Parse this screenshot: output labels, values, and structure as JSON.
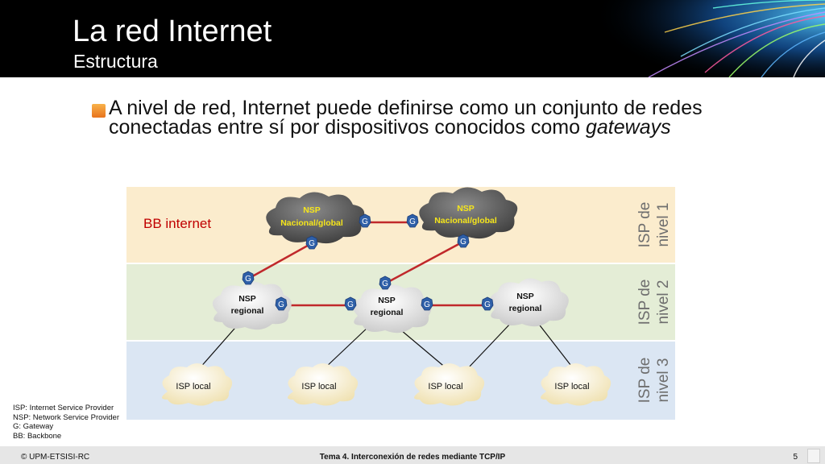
{
  "header": {
    "title": "La red Internet",
    "subtitle": "Estructura"
  },
  "bullet": {
    "text": "A nivel de red, Internet puede definirse como un conjunto de redes conectadas entre sí por dispositivos  conocidos como ",
    "emphasis": "gateways"
  },
  "diagram": {
    "bb_label": "BB internet",
    "levels": [
      {
        "line1": "ISP de",
        "line2": "nivel 1"
      },
      {
        "line1": "ISP de",
        "line2": "nivel 2"
      },
      {
        "line1": "ISP de",
        "line2": "nivel 3"
      }
    ],
    "nsp_global": [
      "NSP",
      "Nacional/global"
    ],
    "nsp_regional": [
      "NSP",
      "regional"
    ],
    "isp_local": "ISP local",
    "gateway": "G"
  },
  "legend": [
    "ISP: Internet Service Provider",
    "NSP: Network Service Provider",
    "G: Gateway",
    "BB: Backbone"
  ],
  "footer": {
    "left": "© UPM-ETSISI-RC",
    "center": "Tema 4. Interconexión de redes mediante TCP/IP",
    "page": "5"
  },
  "colors": {
    "header_bg": "#000000",
    "band_level1": "#fbeccd",
    "band_level2": "#e4edd6",
    "band_level3": "#dbe6f3",
    "link_red": "#c0282b",
    "gateway_blue": "#2e5fa8",
    "bb_label": "#c00000",
    "global_text": "#f5e51b"
  }
}
